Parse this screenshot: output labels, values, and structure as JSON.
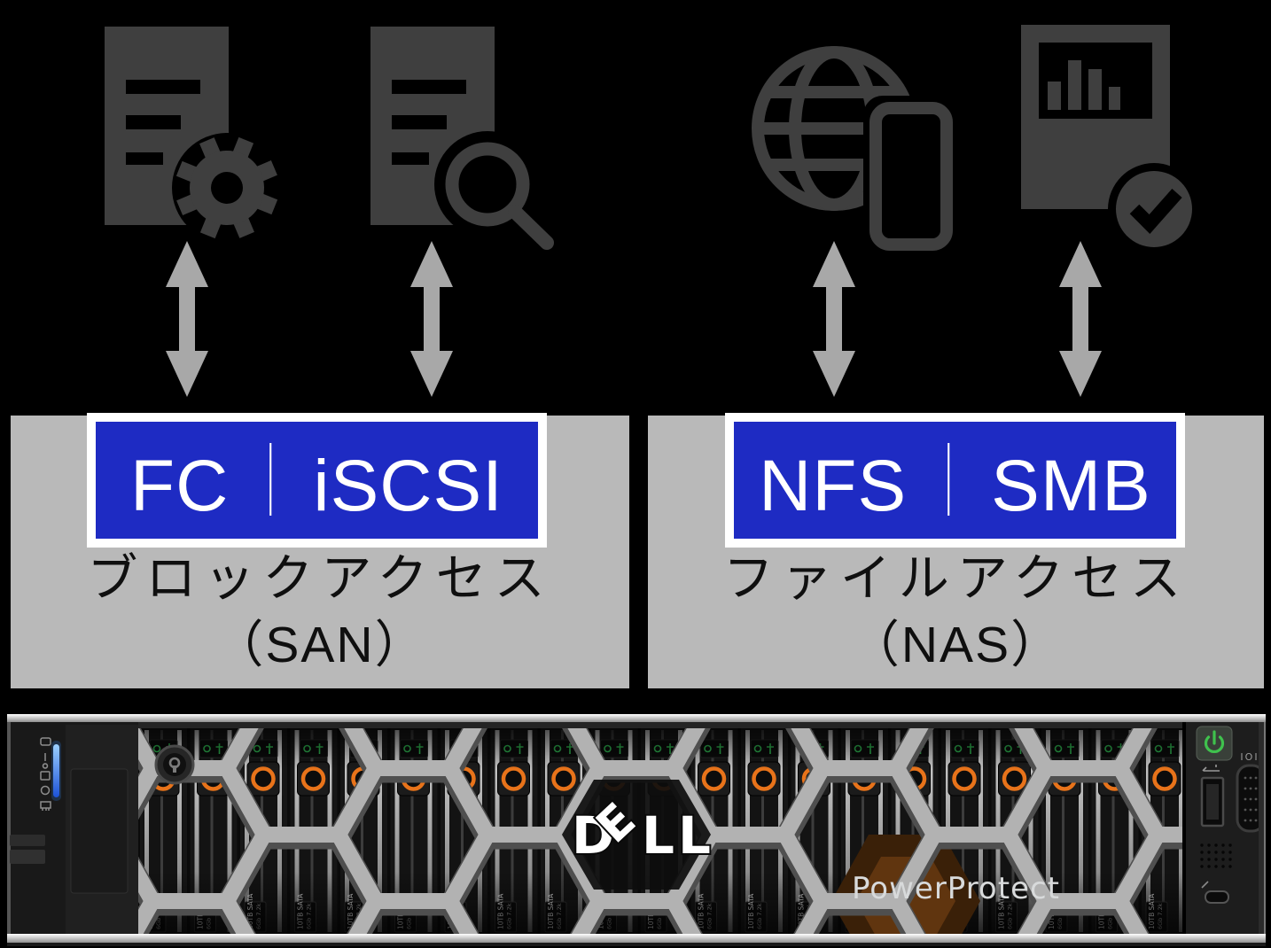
{
  "page": {
    "background": "#000000"
  },
  "top_icons": [
    {
      "name": "document-gear"
    },
    {
      "name": "document-search"
    },
    {
      "name": "globe-mobile"
    },
    {
      "name": "report-check"
    }
  ],
  "arrows": {
    "count": 4,
    "color": "#A8A8A8",
    "direction": "bidirectional-vertical"
  },
  "access_blocks": [
    {
      "id": "san",
      "protocol_left": "FC",
      "separator": "｜",
      "protocol_right": "iSCSI",
      "access_label": "ブロックアクセス",
      "access_type": "（SAN）"
    },
    {
      "id": "nas",
      "protocol_left": "NFS",
      "separator": "｜",
      "protocol_right": "SMB",
      "access_label": "ファイルアクセス",
      "access_type": "（NAS）"
    }
  ],
  "server": {
    "brand": "DELL",
    "logo": [
      "D",
      "E",
      "LL"
    ],
    "product": "PowerProtect",
    "vga_label": "IOI",
    "drive_label_top": "10TB SATA",
    "drive_label_bottom": "6Gb 7.2k",
    "drive_count": 21
  },
  "colors": {
    "banner_blue": "#1E2BC3",
    "box_gray": "#B9B9B9",
    "arrow_gray": "#A8A8A8",
    "icon_gray": "#3F3F3F",
    "drive_button_orange": "#E8731A",
    "status_led_green": "#2BA84A",
    "power_led_blue": "#2E7DE1",
    "grille_gray": "#B2B2B2"
  }
}
